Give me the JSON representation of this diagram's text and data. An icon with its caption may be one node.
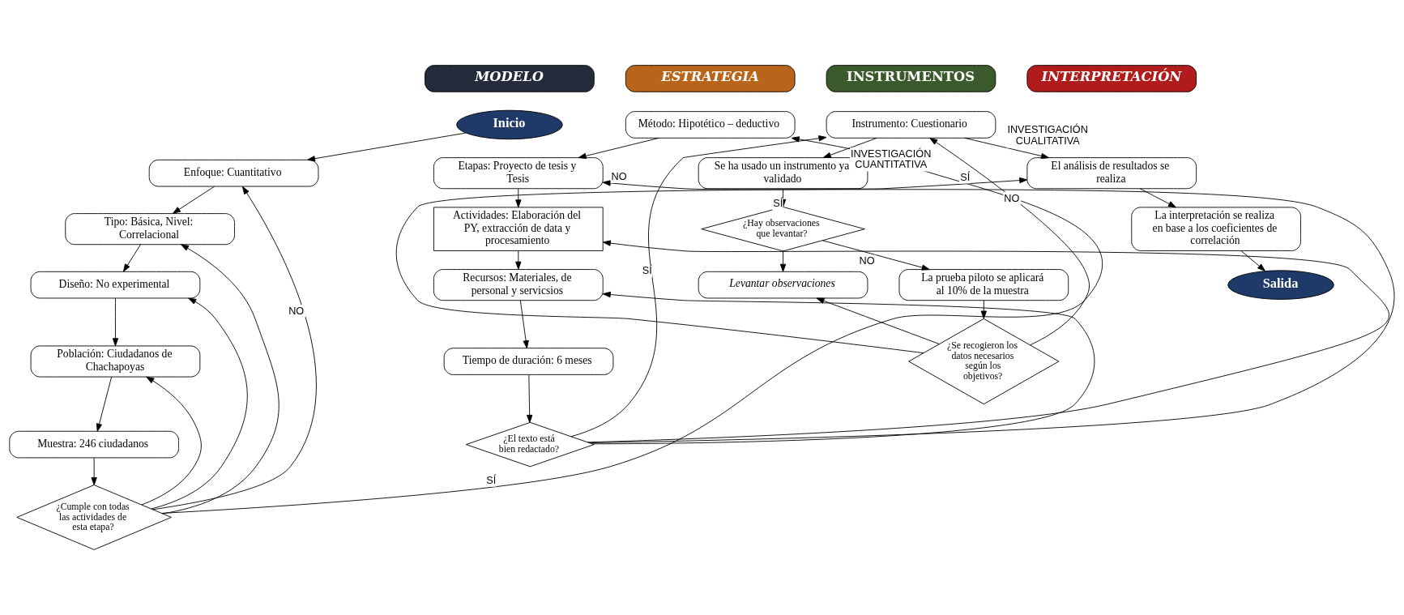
{
  "diagram": {
    "nodes": [
      {
        "text": [
          "MODELO"
        ]
      },
      {
        "text": [
          "Inicio"
        ]
      },
      {
        "text": [
          "Enfoque: Cuantitativo"
        ]
      },
      {
        "text": [
          "Tipo: Básica, Nivel: Correlacional"
        ]
      },
      {
        "text": [
          "Diseño: No experimental"
        ]
      },
      {
        "text": [
          "Población: Ciudadanos de Chachapoyas"
        ]
      },
      {
        "text": [
          "Muestra: 246 ciudadanos"
        ]
      },
      {
        "text": [
          "¿Cumple con todas las actividades de esta etapa?"
        ]
      },
      {
        "text": [
          "ESTRATEGIA"
        ]
      },
      {
        "text": [
          "Método: Hipotético – deductivo"
        ]
      },
      {
        "text": [
          "Etapas: Proyecto de tesis y Tesis"
        ]
      },
      {
        "text": [
          "Actividades: Elaboración del PY, extracción de data y procesamiento"
        ]
      },
      {
        "text": [
          "Recursos: Materiales, de personal y servicsios"
        ]
      },
      {
        "text": [
          "Tiempo de duración: 6 meses"
        ]
      },
      {
        "text": [
          "¿El texto está bien redactado?"
        ]
      },
      {
        "text": [
          "INSTRUMENTOS"
        ]
      },
      {
        "text": [
          "Instrumento: Cuestionario"
        ]
      },
      {
        "text": [
          "Se ha usado un instrumento ya validado"
        ]
      },
      {
        "text": [
          "¿Hay observaciones que levantar?"
        ]
      },
      {
        "text": [
          "Levantar observaciones"
        ]
      },
      {
        "text": [
          "La prueba piloto se aplicará al 10% de la muestra"
        ]
      },
      {
        "text": [
          "¿Se recogieron los datos necesarios según los objetivos?"
        ]
      },
      {
        "text": [
          "INTERPRETACIÓN"
        ]
      },
      {
        "text": [
          "El análisis de resultados se realiza"
        ]
      },
      {
        "text": [
          "La interpretación se realiza en base a los coeficientes de correlación"
        ]
      },
      {
        "text": [
          "Salida"
        ]
      }
    ],
    "edges": [
      {
        "from": 1,
        "to": 2,
        "arrow": "to"
      },
      {
        "from": 2,
        "to": 3,
        "arrow": "to"
      },
      {
        "from": 3,
        "to": 4,
        "arrow": "to"
      },
      {
        "from": 4,
        "to": 5,
        "arrow": "to"
      },
      {
        "from": 5,
        "to": 6,
        "arrow": "to"
      },
      {
        "from": 6,
        "to": 7,
        "arrow": "to"
      },
      {
        "from": 7,
        "to": 2,
        "arrow": "to",
        "label": "NO"
      },
      {
        "from": 7,
        "to": 3,
        "arrow": "to"
      },
      {
        "from": 7,
        "to": 4,
        "arrow": "to"
      },
      {
        "from": 7,
        "to": 5,
        "arrow": "to"
      },
      {
        "from": 7,
        "to": 9,
        "arrow": "to",
        "label": "SÍ"
      },
      {
        "from": 9,
        "to": 10,
        "arrow": "to"
      },
      {
        "from": 10,
        "to": 11,
        "arrow": "to"
      },
      {
        "from": 11,
        "to": 12,
        "arrow": "to"
      },
      {
        "from": 12,
        "to": 13,
        "arrow": "to"
      },
      {
        "from": 13,
        "to": 14,
        "arrow": "to"
      },
      {
        "from": 14,
        "to": 10,
        "arrow": "to",
        "label": "NO"
      },
      {
        "from": 14,
        "to": 11,
        "arrow": "to"
      },
      {
        "from": 14,
        "to": 12,
        "arrow": "to"
      },
      {
        "from": 14,
        "to": 16,
        "arrow": "to",
        "label": "SÍ"
      },
      {
        "from": 16,
        "to": 17,
        "arrow": "to",
        "label": "INVESTIGACIÓN CUANTITATIVA"
      },
      {
        "from": 16,
        "to": 23,
        "arrow": "to",
        "label": "INVESTIGACIÓN CUALITATIVA"
      },
      {
        "from": 17,
        "to": 18,
        "arrow": "to",
        "label": "SÍ"
      },
      {
        "from": 18,
        "to": 19,
        "arrow": "to"
      },
      {
        "from": 18,
        "to": 20,
        "arrow": "to",
        "label": "NO"
      },
      {
        "from": 20,
        "to": 21,
        "arrow": "to"
      },
      {
        "from": 21,
        "to": 16,
        "arrow": "to",
        "label": "NO"
      },
      {
        "from": 21,
        "to": 19,
        "arrow": "to"
      },
      {
        "from": 21,
        "to": 23,
        "arrow": "to",
        "label": "SÍ"
      },
      {
        "from": 23,
        "to": 24,
        "arrow": "to"
      },
      {
        "from": 24,
        "to": 25,
        "arrow": "to"
      }
    ]
  }
}
